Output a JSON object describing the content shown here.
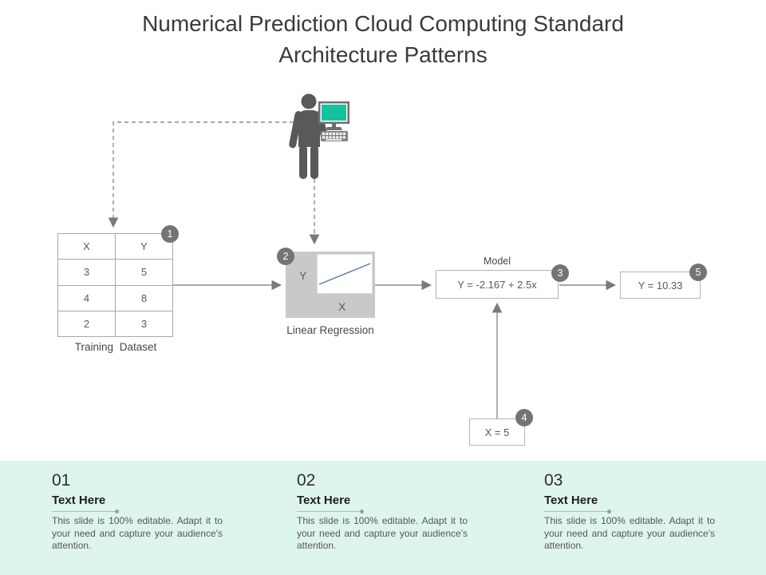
{
  "title": {
    "text": "Numerical Prediction Cloud Computing Standard Architecture Patterns"
  },
  "diagram": {
    "table": {
      "headers": [
        "X",
        "Y"
      ],
      "rows": [
        [
          "3",
          "5"
        ],
        [
          "4",
          "8"
        ],
        [
          "2",
          "3"
        ]
      ],
      "caption": "Training Dataset"
    },
    "regression": {
      "label": "Linear Regression",
      "y_label": "Y",
      "x_label": "X"
    },
    "model": {
      "title": "Model",
      "formula": "Y = -2.167 + 2.5x"
    },
    "output": {
      "formula": "Y = 10.33"
    },
    "input": {
      "formula": "X = 5"
    },
    "badges": [
      "1",
      "2",
      "3",
      "4",
      "5"
    ],
    "icons": {
      "analyst": "person-at-computer-icon",
      "monitor": "monitor-icon",
      "keyboard": "keyboard-icon"
    }
  },
  "footer": {
    "items": [
      {
        "number": "01",
        "heading": "Text Here",
        "body": "This slide is 100% editable. Adapt it to your need and capture your audience's attention."
      },
      {
        "number": "02",
        "heading": "Text Here",
        "body": "This slide is 100% editable. Adapt it to your need and capture your audience's attention."
      },
      {
        "number": "03",
        "heading": "Text Here",
        "body": "This slide is 100% editable. Adapt it to your need and capture your audience's attention."
      }
    ]
  },
  "colors": {
    "accent_teal": "#12c39e",
    "footer_background": "#def5ee",
    "badge_gray": "#747474",
    "connector_gray": "#8c8c8c",
    "regression_box_gray": "#c9c9c9",
    "regression_line_blue": "#5577a0"
  }
}
